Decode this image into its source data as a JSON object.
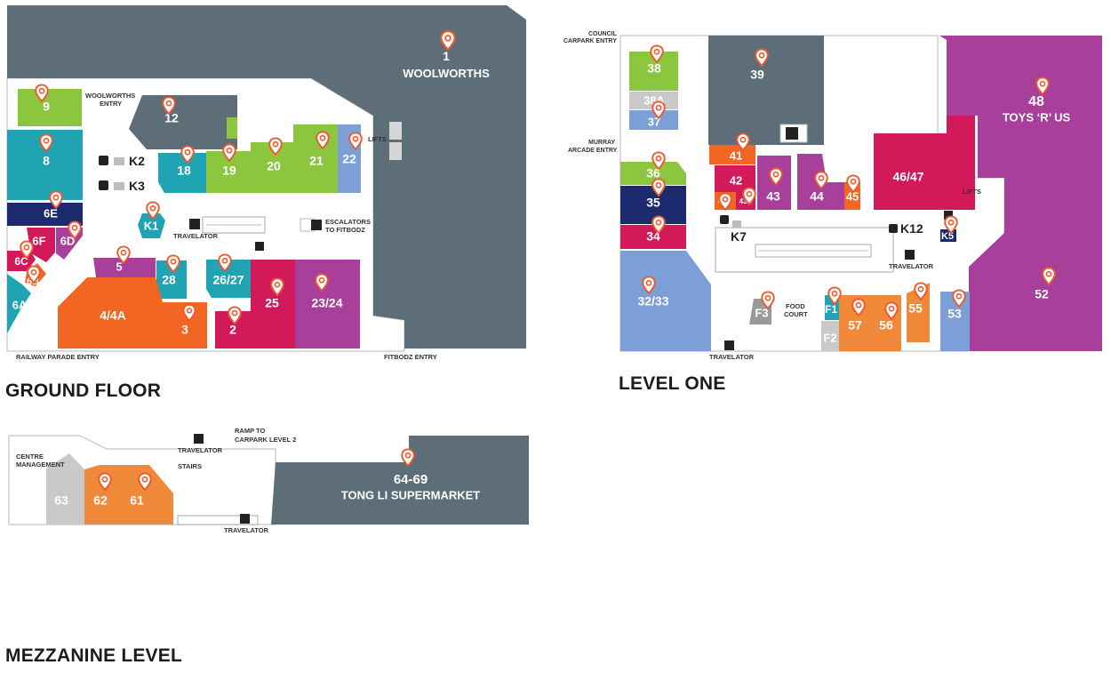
{
  "levels": {
    "ground": "GROUND FLOOR",
    "one": "LEVEL ONE",
    "mezz": "MEZZANINE LEVEL"
  },
  "colors": {
    "slate": "#5e6e78",
    "green": "#8cc63f",
    "teal": "#20a3b3",
    "navy": "#1e2a6e",
    "magenta": "#d21a5a",
    "purple": "#a8409b",
    "orange": "#f26522",
    "lightorange": "#f0893a",
    "blue": "#7b9fd6",
    "grey": "#c9c9c9",
    "pin": "#f0582b"
  },
  "ground_shops": {
    "s1": "1",
    "s1name": "WOOLWORTHS",
    "s9": "9",
    "s12": "12",
    "s8": "8",
    "s18": "18",
    "s19": "19",
    "s20": "20",
    "s21": "21",
    "s22": "22",
    "s6E": "6E",
    "s6F": "6F",
    "s6D": "6D",
    "s6C": "6C",
    "s6B": "6B",
    "s6A": "6A",
    "sK1": "K1",
    "s5": "5",
    "s28": "28",
    "s2627": "26/27",
    "s25": "25",
    "s2324": "23/24",
    "s44A": "4/4A",
    "s3": "3",
    "s2": "2"
  },
  "ground_labels": {
    "woolworths_entry_1": "WOOLWORTHS",
    "woolworths_entry_2": "ENTRY",
    "lifts": "LIFTS",
    "k2": "K2",
    "k3": "K3",
    "travelator": "TRAVELATOR",
    "escalators_1": "ESCALATORS",
    "escalators_2": "TO FITBODZ",
    "railway": "RAILWAY PARADE ENTRY",
    "fitbodz": "FITBODZ ENTRY"
  },
  "l1_shops": {
    "s38": "38",
    "s38A": "38A",
    "s37": "37",
    "s39": "39",
    "s48": "48",
    "s48name": "TOYS ‘R’ US",
    "s36": "36",
    "s35": "35",
    "s34": "34",
    "s41": "41",
    "s42": "42",
    "s42A": "42A",
    "s43A": "43A",
    "s43": "43",
    "s44": "44",
    "s45": "45",
    "s4647": "46/47",
    "s3233": "32/33",
    "sF3": "F3",
    "sF1": "F1",
    "sF2": "F2",
    "s57": "57",
    "s56": "56",
    "s55": "55",
    "s53": "53",
    "s52": "52",
    "sK5": "K5"
  },
  "l1_labels": {
    "council_1": "COUNCIL",
    "council_2": "CARPARK ENTRY",
    "murray_1": "MURRAY",
    "murray_2": "ARCADE ENTRY",
    "lifts": "LIFTS",
    "k7": "K7",
    "k12": "K12",
    "travelator_a": "TRAVELATOR",
    "travelator_b": "TRAVELATOR",
    "food_1": "FOOD",
    "food_2": "COURT"
  },
  "mezz_shops": {
    "s6469": "64-69",
    "s6469name": "TONG LI SUPERMARKET",
    "s63": "63",
    "s62": "62",
    "s61": "61"
  },
  "mezz_labels": {
    "centre_1": "CENTRE",
    "centre_2": "MANAGEMENT",
    "travelator_a": "TRAVELATOR",
    "travelator_b": "TRAVELATOR",
    "stairs": "STAIRS",
    "ramp_1": "RAMP TO",
    "ramp_2": "CARPARK LEVEL 2"
  }
}
